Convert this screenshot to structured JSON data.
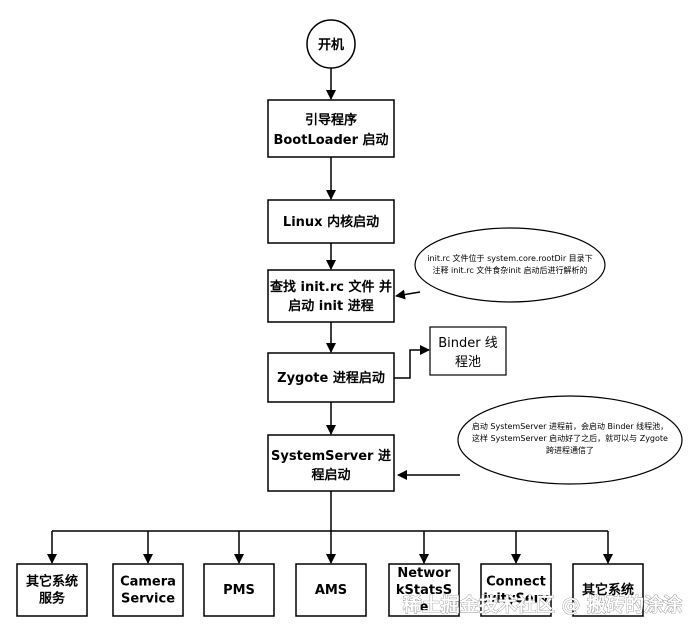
{
  "start": "开机",
  "steps": [
    {
      "id": "bootloader",
      "lines": [
        "引导程序",
        "BootLoader 启动"
      ]
    },
    {
      "id": "kernel",
      "lines": [
        "Linux 内核启动"
      ]
    },
    {
      "id": "initrc",
      "lines": [
        "查找 init.rc 文件 并",
        "启动 init 进程"
      ]
    },
    {
      "id": "zygote",
      "lines": [
        "Zygote 进程启动"
      ]
    },
    {
      "id": "systemserver",
      "lines": [
        "SystemServer 进",
        "程启动"
      ]
    }
  ],
  "binder_pool": [
    "Binder 线",
    "程池"
  ],
  "notes": {
    "initrc": [
      "init.rc 文件位于 system.core.rootDir 目录下",
      "注释 init.rc 文件食杂init 启动后进行解析的"
    ],
    "systemserver": [
      "启动 SystemServer 进程前，会启动 Binder 线程池，",
      "这样 SystemServer 启动好了之后，就可以与 Zygote",
      "跨进程通信了"
    ]
  },
  "services": [
    [
      "其它系统",
      "服务"
    ],
    [
      "Camera",
      "Service"
    ],
    [
      "PMS"
    ],
    [
      "AMS"
    ],
    [
      "Networ",
      "kStatsS",
      "e"
    ],
    [
      "Connect",
      "ivityServ"
    ],
    [
      "其它系统"
    ]
  ],
  "watermark": "稀土掘金技术社区 @ 搬砖的涂涂"
}
